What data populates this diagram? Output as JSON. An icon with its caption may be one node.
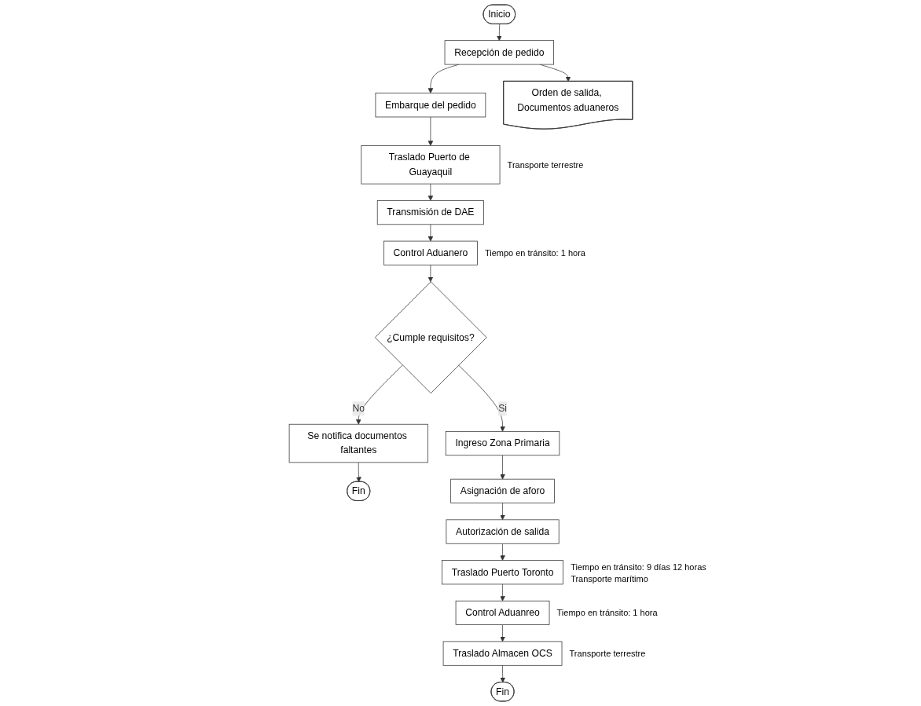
{
  "diagram": {
    "nodes": [
      {
        "text": [
          "Inicio"
        ]
      },
      {
        "text": [
          "Recepción de pedido"
        ]
      },
      {
        "text": [
          "Embarque del pedido"
        ]
      },
      {
        "text": [
          "Traslado Puerto de Guayaquil"
        ],
        "beside": [
          "Transporte terrestre"
        ]
      },
      {
        "text": [
          "Transmisión de DAE"
        ]
      },
      {
        "text": [
          "Orden de salida, Documentos aduaneros"
        ]
      },
      {
        "text": [
          "Control Aduanero"
        ],
        "beside": [
          "Tiempo en tránsito: 1 hora"
        ]
      },
      {
        "text": [
          "¿Cumple requisitos?"
        ]
      },
      {
        "text": [
          "Se notifica documentos faltantes"
        ]
      },
      {
        "text": [
          "Fin"
        ]
      },
      {
        "text": [
          "Ingreso Zona Primaria"
        ]
      },
      {
        "text": [
          "Asignación de aforo"
        ]
      },
      {
        "text": [
          "Autorización de salida"
        ]
      },
      {
        "text": [
          "Traslado Puerto Toronto"
        ],
        "beside": [
          "Tiempo en tránsito: 9 días 12 horas",
          "Transporte marítimo"
        ]
      },
      {
        "text": [
          "Control Aduanreo"
        ],
        "beside": [
          "Tiempo en tránsito: 1 hora"
        ]
      },
      {
        "text": [
          "Traslado Almacen OCS"
        ],
        "beside": [
          "Transporte terrestre"
        ]
      },
      {
        "text": [
          "Fin"
        ]
      }
    ],
    "edges": [
      {
        "from": 0,
        "to": 1,
        "arrow": "to"
      },
      {
        "from": 1,
        "to": 2,
        "arrow": "to"
      },
      {
        "from": 2,
        "to": 3,
        "arrow": "to"
      },
      {
        "from": 3,
        "to": 4,
        "arrow": "to"
      },
      {
        "from": 1,
        "to": 5,
        "arrow": "to"
      },
      {
        "from": 4,
        "to": 6,
        "arrow": "to"
      },
      {
        "from": 6,
        "to": 7,
        "arrow": "to"
      },
      {
        "from": 7,
        "to": 8,
        "label": "No",
        "arrow": "to"
      },
      {
        "from": 8,
        "to": 9,
        "arrow": "to"
      },
      {
        "from": 7,
        "to": 10,
        "label": "Si",
        "arrow": "to"
      },
      {
        "from": 10,
        "to": 11,
        "arrow": "to"
      },
      {
        "from": 11,
        "to": 12,
        "arrow": "to"
      },
      {
        "from": 12,
        "to": 13,
        "arrow": "to"
      },
      {
        "from": 13,
        "to": 14,
        "arrow": "to"
      },
      {
        "from": 14,
        "to": 15,
        "arrow": "to"
      },
      {
        "from": 15,
        "to": 16,
        "arrow": "to"
      }
    ]
  }
}
